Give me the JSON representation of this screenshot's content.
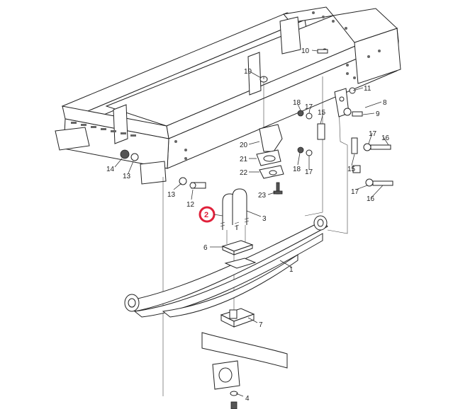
{
  "diagram": {
    "highlight": {
      "label": "2",
      "color": "#e0203a"
    },
    "callouts": [
      {
        "id": "c1",
        "label": "1"
      },
      {
        "id": "c3",
        "label": "3"
      },
      {
        "id": "c4",
        "label": "4"
      },
      {
        "id": "c6",
        "label": "6"
      },
      {
        "id": "c7",
        "label": "7"
      },
      {
        "id": "c8",
        "label": "8"
      },
      {
        "id": "c9",
        "label": "9"
      },
      {
        "id": "c10",
        "label": "10"
      },
      {
        "id": "c11",
        "label": "11"
      },
      {
        "id": "c12",
        "label": "12"
      },
      {
        "id": "c13a",
        "label": "13"
      },
      {
        "id": "c13b",
        "label": "13"
      },
      {
        "id": "c14",
        "label": "14"
      },
      {
        "id": "c15a",
        "label": "15"
      },
      {
        "id": "c15b",
        "label": "15"
      },
      {
        "id": "c16a",
        "label": "16"
      },
      {
        "id": "c16b",
        "label": "16"
      },
      {
        "id": "c17a",
        "label": "17"
      },
      {
        "id": "c17b",
        "label": "17"
      },
      {
        "id": "c17c",
        "label": "17"
      },
      {
        "id": "c17d",
        "label": "17"
      },
      {
        "id": "c18a",
        "label": "18"
      },
      {
        "id": "c18b",
        "label": "18"
      },
      {
        "id": "c19",
        "label": "19"
      },
      {
        "id": "c20",
        "label": "20"
      },
      {
        "id": "c21",
        "label": "21"
      },
      {
        "id": "c22",
        "label": "22"
      },
      {
        "id": "c23",
        "label": "23"
      }
    ]
  }
}
